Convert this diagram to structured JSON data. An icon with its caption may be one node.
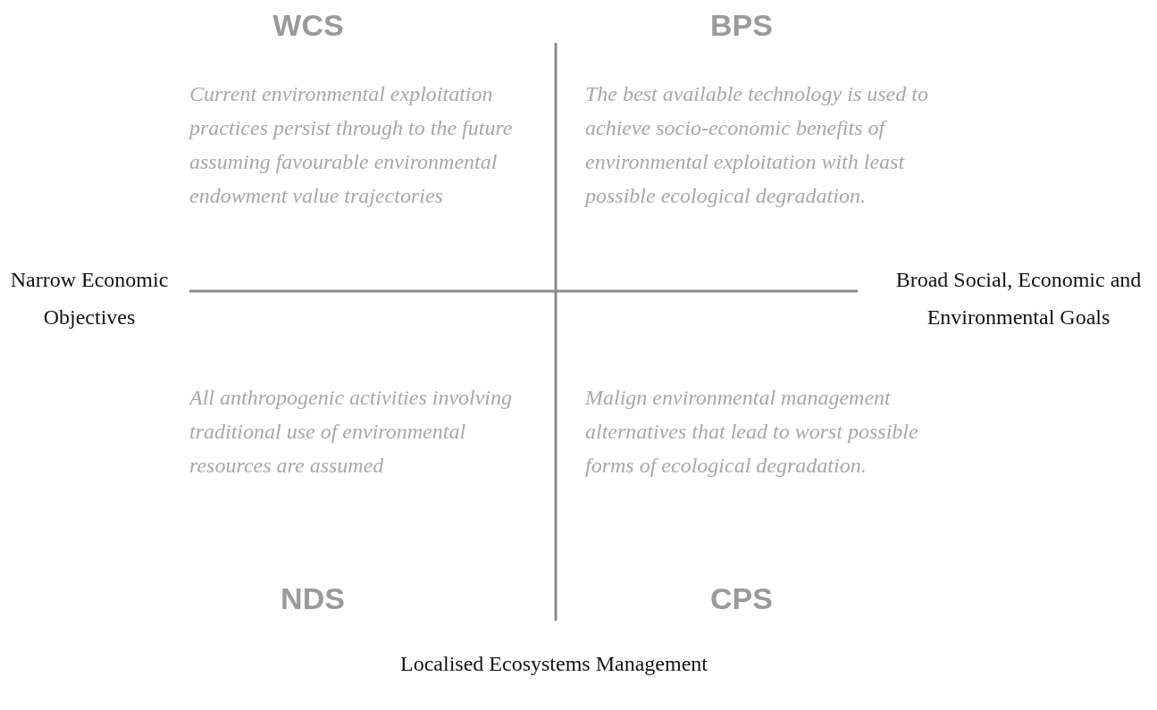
{
  "diagram": {
    "labels": [
      "WCS",
      "BPS",
      "Current environmental exploitation practices persist through to the future assuming favourable environmental endowment value trajectories",
      "The best available technology is used to achieve socio-economic benefits of environmental exploitation with least possible ecological degradation.",
      "Narrow Economic Objectives",
      "Broad Social, Economic and Environmental Goals",
      "All anthropogenic activities involving traditional use of environmental resources are assumed",
      "Malign environmental management alternatives that lead to worst possible forms of ecological degradation.",
      "NDS",
      "CPS",
      "Localised Ecosystems Management"
    ]
  }
}
